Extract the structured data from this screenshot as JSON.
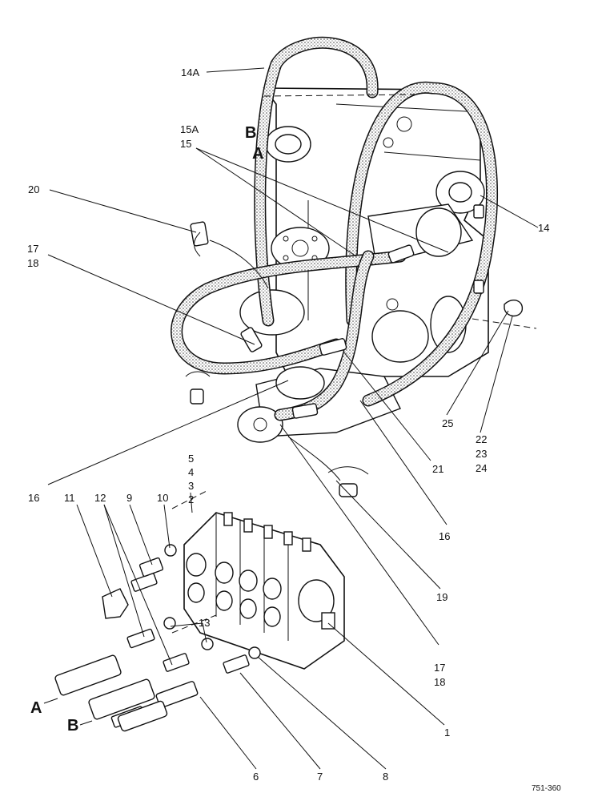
{
  "drawing_number": "751-360",
  "port_letters": {
    "a_main": "A",
    "b_main": "B",
    "a_left": "A",
    "b_left": "B"
  },
  "callouts": {
    "c14a": "14A",
    "c15a": "15A",
    "c15": "15",
    "c20": "20",
    "c17_top": "17",
    "c18_top": "18",
    "c14": "14",
    "c25": "25",
    "c22": "22",
    "c23": "23",
    "c24": "24",
    "c21": "21",
    "c16_left": "16",
    "c16_right": "16",
    "c5": "5",
    "c4": "4",
    "c3": "3",
    "c2": "2",
    "c11": "11",
    "c12": "12",
    "c9": "9",
    "c10": "10",
    "c13": "13",
    "c19": "19",
    "c17_bot": "17",
    "c18_bot": "18",
    "c1": "1",
    "c6": "6",
    "c7": "7",
    "c8": "8"
  }
}
